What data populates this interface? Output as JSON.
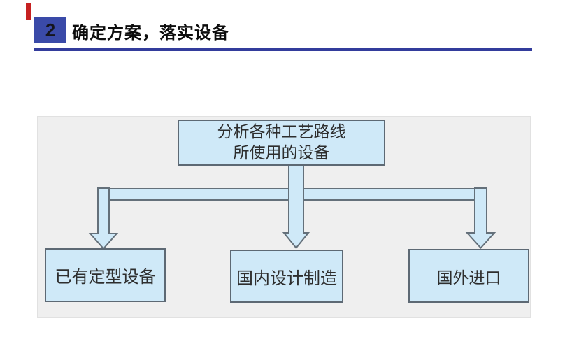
{
  "header": {
    "badge_number": "2",
    "title": "确定方案，落实设备",
    "accent_color": "#c62121",
    "badge_bg": "#3a4aa8",
    "underline_color": "#333c9c"
  },
  "diagram": {
    "root_box": {
      "line1": "分析各种工艺路线",
      "line2": "所使用的设备"
    },
    "child_boxes": [
      {
        "label": "已有定型设备"
      },
      {
        "label": "国内设计制造"
      },
      {
        "label": "国外进口"
      }
    ],
    "shape_fill": "#cfe9f8",
    "shape_stroke": "#64707a",
    "panel_bg": "#efefef"
  }
}
